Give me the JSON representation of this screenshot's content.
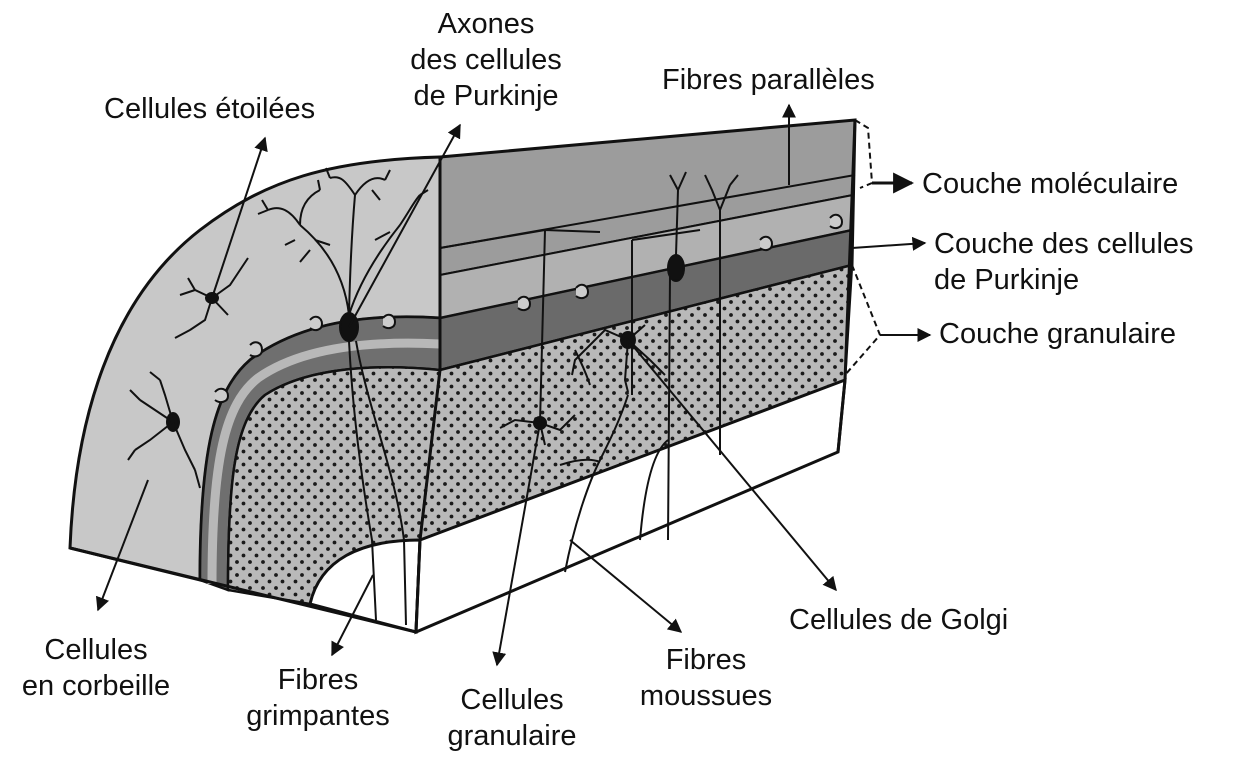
{
  "diagram": {
    "labels": {
      "axones": [
        "Axones",
        "des cellules",
        "de Purkinje"
      ],
      "etoilees": "Cellules étoilées",
      "paralleles": "Fibres parallèles",
      "moleculaire": "Couche moléculaire",
      "purkinje_layer": [
        "Couche des cellules",
        "de Purkinje"
      ],
      "granulaire_layer": "Couche granulaire",
      "corbeille": [
        "Cellules",
        "en corbeille"
      ],
      "grimpantes": [
        "Fibres",
        "grimpantes"
      ],
      "granulaire_cells": [
        "Cellules",
        "granulaire"
      ],
      "moussues": [
        "Fibres",
        "moussues"
      ],
      "golgi": "Cellules de Golgi"
    },
    "colors": {
      "outline": "#111111",
      "cortex_grey": "#c9c9c9",
      "molecular_grey": "#9a9a9a",
      "purkinje_band": "#6a6a6a",
      "granular_fill": "#b7b7b7",
      "white_matter": "#ffffff",
      "light_band": "#b0b0b0"
    }
  }
}
